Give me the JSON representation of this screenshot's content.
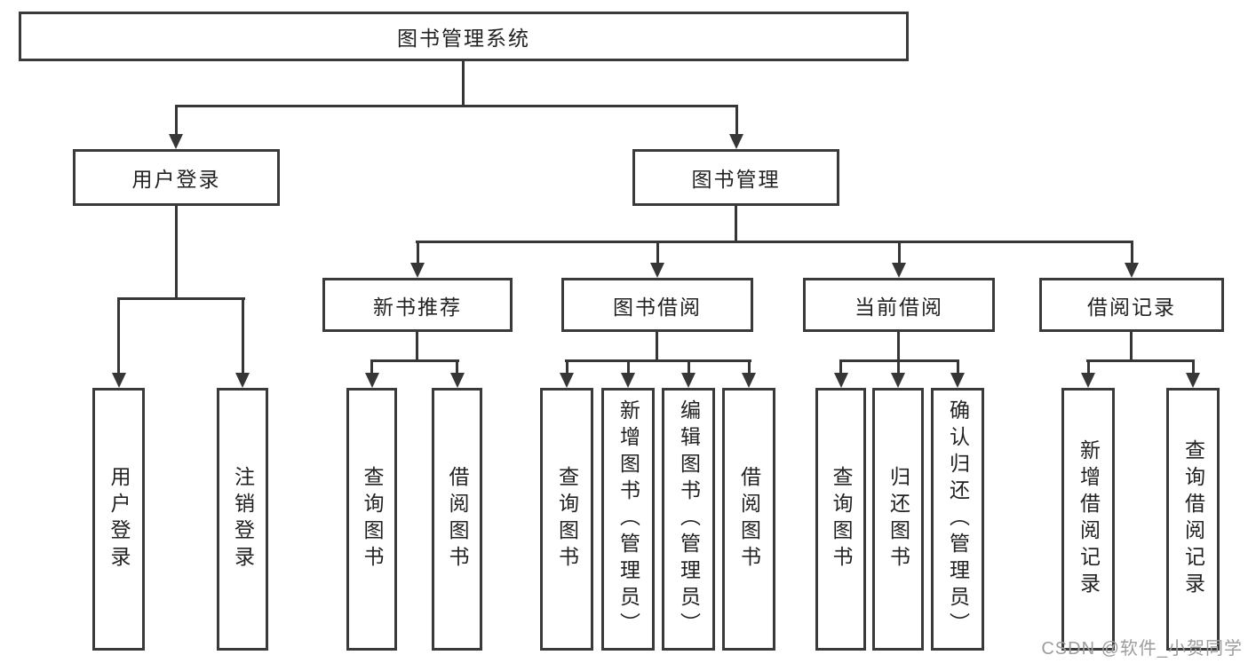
{
  "diagram": {
    "type": "hierarchy-tree",
    "title": "图书管理系统",
    "branches": [
      {
        "label": "用户登录",
        "children": [
          {
            "label": "用户登录"
          },
          {
            "label": "注销登录"
          }
        ]
      },
      {
        "label": "图书管理",
        "sections": [
          {
            "label": "新书推荐",
            "children": [
              {
                "label": "查询图书"
              },
              {
                "label": "借阅图书"
              }
            ]
          },
          {
            "label": "图书借阅",
            "children": [
              {
                "label": "查询图书"
              },
              {
                "label": "新增图书（管理员）"
              },
              {
                "label": "编辑图书（管理员）"
              },
              {
                "label": "借阅图书"
              }
            ]
          },
          {
            "label": "当前借阅",
            "children": [
              {
                "label": "查询图书"
              },
              {
                "label": "归还图书"
              },
              {
                "label": "确认归还（管理员）"
              }
            ]
          },
          {
            "label": "借阅记录",
            "children": [
              {
                "label": "新增借阅记录"
              },
              {
                "label": "查询借阅记录"
              }
            ]
          }
        ]
      }
    ]
  },
  "colors": {
    "line": "#363636",
    "box_border": "#3a3a3a",
    "box_fill": "#ffffff",
    "text": "#222222",
    "watermark": "#9d9d9d"
  },
  "watermark": {
    "text": "CSDN @软件_小贺同学"
  }
}
